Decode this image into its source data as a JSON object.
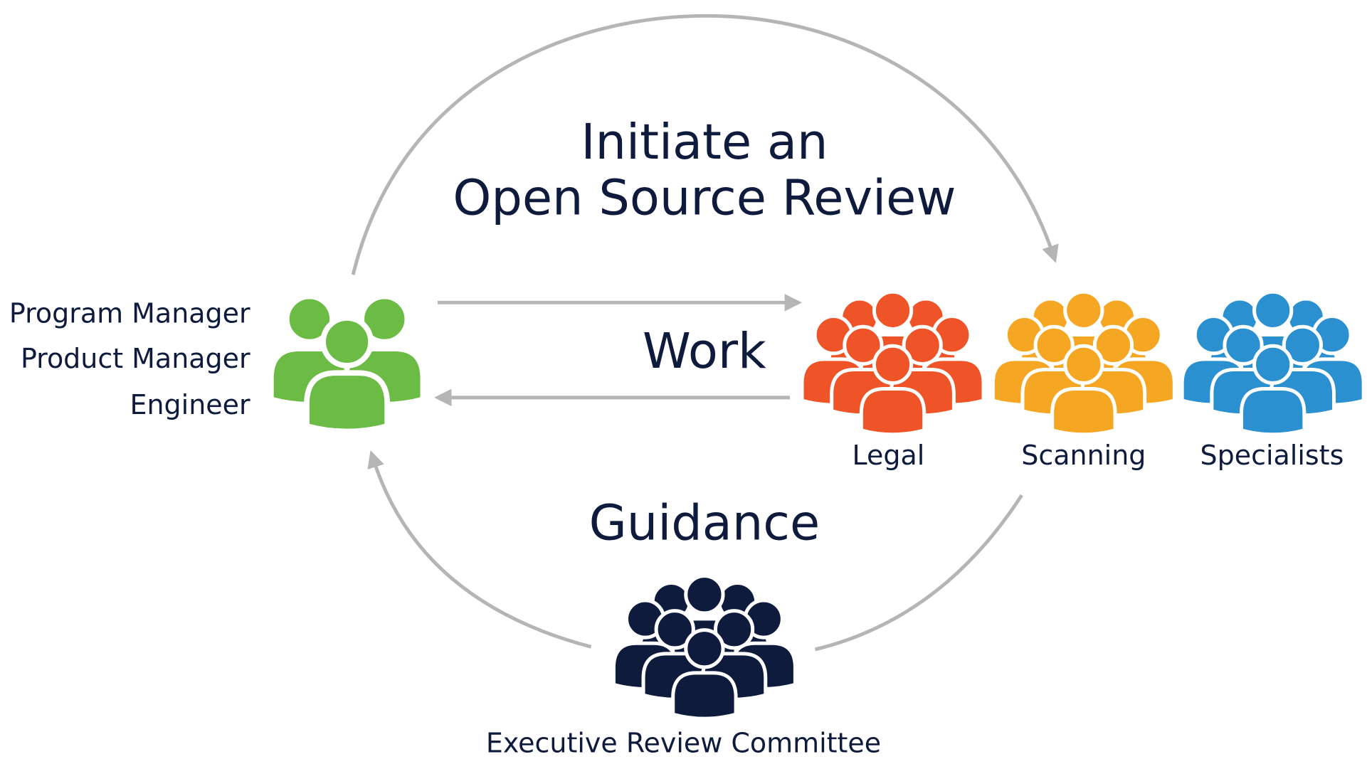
{
  "title_line1": "Initiate an",
  "title_line2": "Open Source Review",
  "work_label": "Work",
  "guidance_label": "Guidance",
  "initiators": [
    "Program Manager",
    "Product Manager",
    "Engineer"
  ],
  "teams": [
    {
      "label": "Legal",
      "color": "#ee5427"
    },
    {
      "label": "Scanning",
      "color": "#f5a623"
    },
    {
      "label": "Specialists",
      "color": "#2b90d0"
    }
  ],
  "initiator_color": "#6bbb45",
  "committee": {
    "label": "Executive Review Committee",
    "color": "#0e1b3d"
  },
  "arrow_color": "#b5b5b5"
}
